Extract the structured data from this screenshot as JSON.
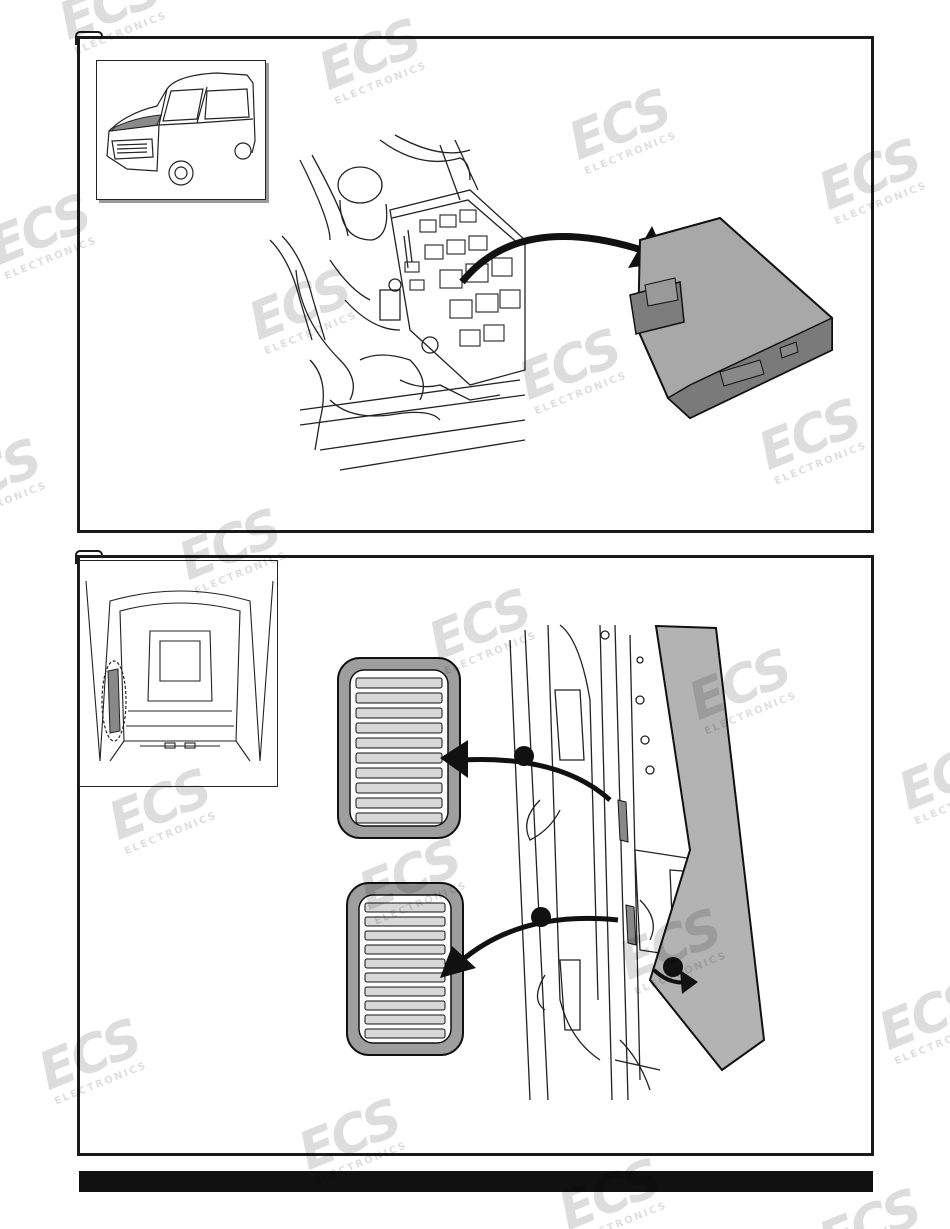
{
  "watermark": {
    "brand": "ECS",
    "subtitle": "ELECTRONICS"
  },
  "colors": {
    "frame": "#1a1a1a",
    "cover_fill": "#a8a8a8",
    "cover_dark": "#7a7a7a",
    "panel_fill": "#b3b3b3",
    "grille_fill": "#9e9e9e",
    "step_marker": "#111111",
    "footer_bar": "#111111"
  },
  "icons": {
    "step_marker": "filled-circle",
    "arrow": "curved-arrow"
  }
}
